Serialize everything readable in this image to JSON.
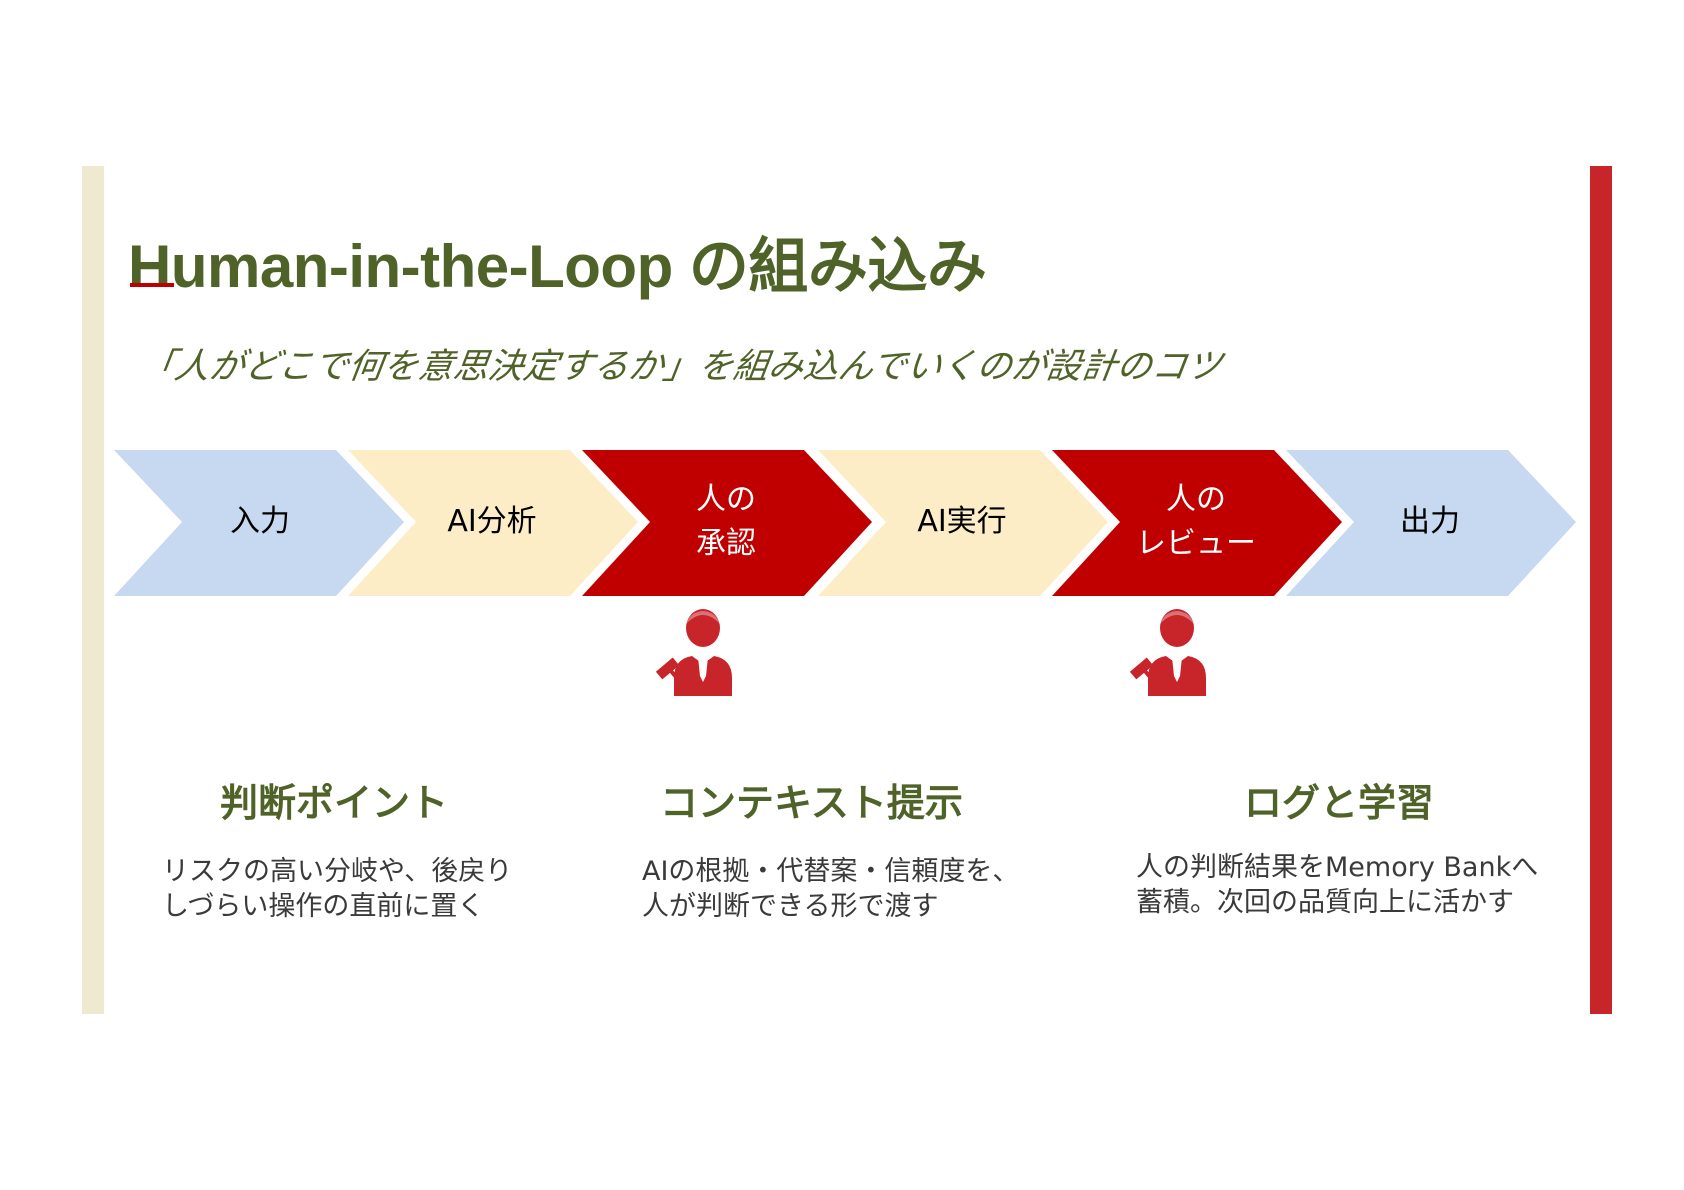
{
  "slide": {
    "title": "Human-in-the-Loop の組み込み",
    "subtitle": "「人がどこで何を意思決定するか」を組み込んでいくのが設計のコツ"
  },
  "flow": {
    "steps": [
      {
        "line1": "入力",
        "line2": "",
        "kind": "io",
        "color": "#c7d9f0"
      },
      {
        "line1": "AI分析",
        "line2": "",
        "kind": "ai",
        "color": "#fdedc7"
      },
      {
        "line1": "人の",
        "line2": "承認",
        "kind": "human",
        "color": "#c00000"
      },
      {
        "line1": "AI実行",
        "line2": "",
        "kind": "ai",
        "color": "#fdedc7"
      },
      {
        "line1": "人の",
        "line2": "レビュー",
        "kind": "human",
        "color": "#c00000"
      },
      {
        "line1": "出力",
        "line2": "",
        "kind": "io",
        "color": "#c7d9f0"
      }
    ],
    "person_icons": [
      "judge-person-icon",
      "judge-person-icon"
    ],
    "icon_color": "#c8252b"
  },
  "points": [
    {
      "heading": "判断ポイント",
      "lines": [
        "リスクの高い分岐や、後戻り",
        "しづらい操作の直前に置く"
      ]
    },
    {
      "heading": "コンテキスト提示",
      "lines": [
        "AIの根拠・代替案・信頼度を、",
        "人が判断できる形で渡す"
      ]
    },
    {
      "heading": "ログと学習",
      "lines": [
        "人の判断結果をMemory Bankへ",
        "蓄積。次回の品質向上に活かす"
      ]
    }
  ],
  "colors": {
    "title": "#4f6228",
    "accent_red": "#c8252b",
    "left_bar": "#efe9cf"
  }
}
